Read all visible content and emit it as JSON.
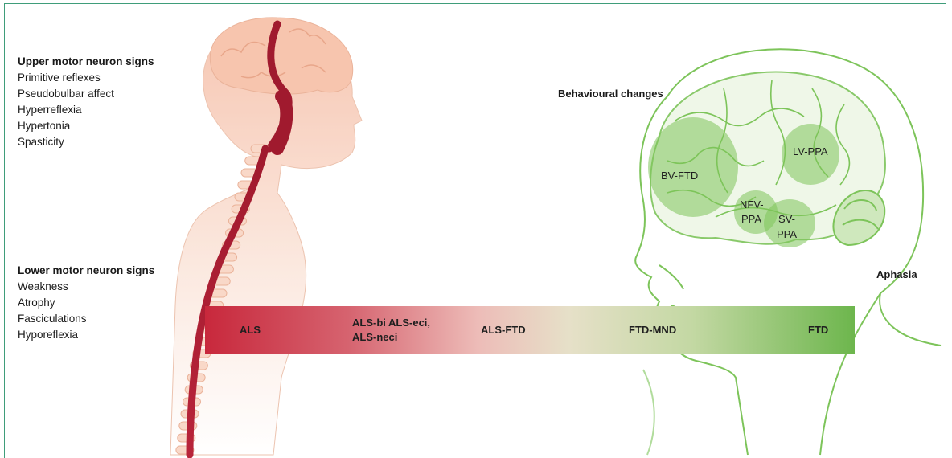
{
  "upper_motor": {
    "heading": "Upper motor neuron signs",
    "items": [
      "Primitive reflexes",
      "Pseudobulbar affect",
      "Hyperreflexia",
      "Hypertonia",
      "Spasticity"
    ]
  },
  "lower_motor": {
    "heading": "Lower motor neuron signs",
    "items": [
      "Weakness",
      "Atrophy",
      "Fasciculations",
      "Hyporeflexia"
    ]
  },
  "spectrum": {
    "labels": [
      "ALS",
      "ALS-bi ALS-eci,",
      "ALS-neci",
      "ALS-FTD",
      "FTD-MND",
      "FTD"
    ],
    "colors": {
      "left": "#c8283c",
      "middle": "#edbcb8",
      "right": "#6db64d"
    }
  },
  "brain_regions": {
    "bvftd": "BV-FTD",
    "lvppa": "LV-PPA",
    "nfvppa_1": "NFV-",
    "nfvppa_2": "PPA",
    "svppa_1": "SV-",
    "svppa_2": "PPA"
  },
  "annotations": {
    "behavioural": "Behavioural changes",
    "aphasia": "Aphasia"
  },
  "colors": {
    "frame": "#3f9d7a",
    "spine_red": "#a01a2e",
    "body_peach": "#f6c9b4",
    "brain_green": "#7dc45a"
  }
}
